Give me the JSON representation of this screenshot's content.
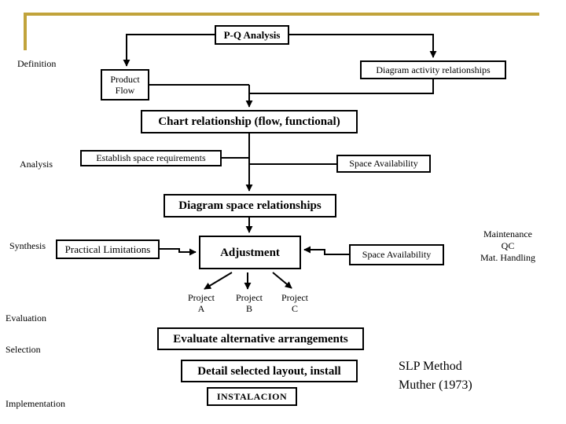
{
  "colors": {
    "accent_gold": "#C1A33B",
    "line": "#000000",
    "background": "#FFFFFF"
  },
  "stage_labels": {
    "definition": "Definition",
    "analysis": "Analysis",
    "synthesis": "Synthesis",
    "evaluation": "Evaluation",
    "selection": "Selection",
    "implementation": "Implementation"
  },
  "boxes": {
    "pq_analysis": {
      "label": "P-Q Analysis"
    },
    "product_flow": {
      "line1": "Product",
      "line2": "Flow"
    },
    "diagram_activity": {
      "label": "Diagram activity relationships"
    },
    "chart_relationship": {
      "label": "Chart relationship (flow, functional)"
    },
    "establish_space": {
      "label": "Establish space requirements"
    },
    "space_availability_1": {
      "label": "Space Availability"
    },
    "diagram_space": {
      "label": "Diagram space relationships"
    },
    "practical_limitations": {
      "label": "Practical Limitations"
    },
    "adjustment": {
      "label": "Adjustment"
    },
    "space_availability_2": {
      "label": "Space Availability"
    },
    "evaluate_alternatives": {
      "label": "Evaluate alternative arrangements"
    },
    "detail_layout": {
      "label": "Detail selected layout, install"
    },
    "instalacion": {
      "label": "INSTALACION"
    }
  },
  "annotations": {
    "maintenance": {
      "line1": "Maintenance",
      "line2": "QC",
      "line3": "Mat. Handling"
    },
    "projects": [
      {
        "line1": "Project",
        "line2": "A"
      },
      {
        "line1": "Project",
        "line2": "B"
      },
      {
        "line1": "Project",
        "line2": "C"
      }
    ],
    "slp_method": {
      "line1": "SLP Method",
      "line2": "Muther (1973)"
    }
  }
}
